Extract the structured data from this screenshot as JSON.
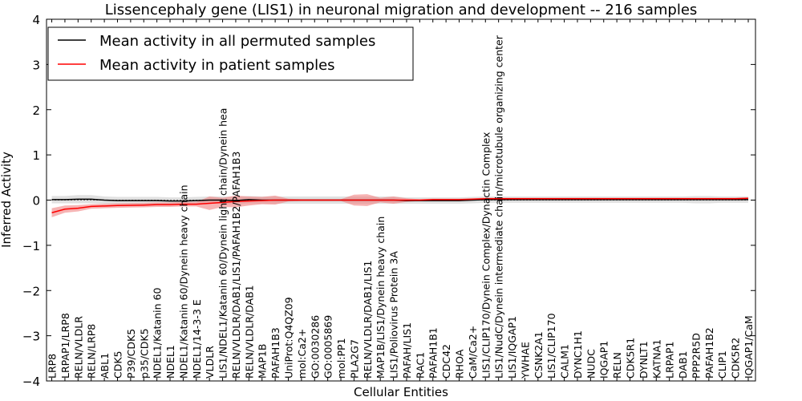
{
  "chart_data": {
    "type": "line",
    "title": "Lissencephaly gene (LIS1) in neuronal migration and development -- 216 samples",
    "xlabel": "Cellular Entities",
    "ylabel": "Inferred Activity",
    "ylim": [
      -4,
      4
    ],
    "yticks": [
      "4",
      "3",
      "2",
      "1",
      "0",
      "−1",
      "−2",
      "−3",
      "−4"
    ],
    "grid": false,
    "legend_position": "top-left",
    "categories": [
      "LRP8",
      "LRPAP1/LRP8",
      "RELN/VLDLR",
      "RELN/LRP8",
      "ABL1",
      "CDK5",
      "P39/CDK5",
      "p35/CDK5",
      "NDEL1/Katanin 60",
      "NDEL1",
      "NDEL1/Katanin 60/Dynein heavy chain",
      "NDEL1/14-3-3 E",
      "VLDLR",
      "LIS1/NDEL1/Katanin 60/Dynein light chain/Dynein hea",
      "RELN/VLDLR/DAB1/LIS1/PAFAH1B2/PAFAH1B3",
      "RELN/VLDLR/DAB1",
      "MAP1B",
      "PAFAH1B3",
      "UniProt:Q4QZ09",
      "mol:Ca2+",
      "GO:0030286",
      "GO:0005869",
      "mol:PP1",
      "PLA2G7",
      "RELN/VLDLR/DAB1/LIS1",
      "MAP1B/LIS1/Dynein heavy chain",
      "LIS1/Poliovirus Protein 3A",
      "PAFAH/LIS1",
      "RAC1",
      "PAFAH1B1",
      "CDC42",
      "RHOA",
      "CaM/Ca2+",
      "LIS1/CLIP170/Dynein Complex/Dynactin Complex",
      "LIS1/NudC/Dynein intermediate chain/microtubule organizing center",
      "LIS1/IQGAP1",
      "YWHAE",
      "CSNK2A1",
      "LIS1/CLIP170",
      "CALM1",
      "DYNC1H1",
      "NUDC",
      "IQGAP1",
      "RELN",
      "CDK5R1",
      "DYNLT1",
      "KATNA1",
      "LRPAP1",
      "DAB1",
      "PPP2R5D",
      "PAFAH1B2",
      "CLIP1",
      "CDK5R2",
      "IQGAP1/CaM"
    ],
    "series": [
      {
        "name": "Mean activity in all permuted samples",
        "color": "#000000",
        "band_color": "#cccccc",
        "values": [
          0.01,
          0.01,
          0.02,
          0.02,
          0.0,
          -0.01,
          -0.01,
          -0.01,
          -0.01,
          -0.02,
          -0.02,
          -0.01,
          0.0,
          0.0,
          -0.01,
          0.01,
          0.0,
          0.0,
          0.0,
          0.0,
          0.0,
          0.0,
          0.0,
          0.0,
          0.0,
          0.0,
          0.0,
          -0.01,
          -0.01,
          -0.01,
          -0.01,
          -0.01,
          0.0,
          0.01,
          0.01,
          0.01,
          0.01,
          0.01,
          0.01,
          0.01,
          0.01,
          0.01,
          0.01,
          0.01,
          0.01,
          0.01,
          0.01,
          0.01,
          0.01,
          0.01,
          0.01,
          0.01,
          0.01,
          0.01
        ],
        "band": [
          0.08,
          0.08,
          0.09,
          0.09,
          0.08,
          0.08,
          0.08,
          0.08,
          0.08,
          0.08,
          0.08,
          0.08,
          0.08,
          0.08,
          0.08,
          0.08,
          0.08,
          0.08,
          0.08,
          0.08,
          0.08,
          0.08,
          0.08,
          0.08,
          0.08,
          0.08,
          0.08,
          0.07,
          0.07,
          0.07,
          0.07,
          0.07,
          0.07,
          0.07,
          0.07,
          0.07,
          0.07,
          0.07,
          0.07,
          0.07,
          0.07,
          0.07,
          0.07,
          0.07,
          0.07,
          0.07,
          0.07,
          0.07,
          0.07,
          0.08,
          0.08,
          0.07,
          0.07,
          0.07
        ]
      },
      {
        "name": "Mean activity in patient samples",
        "color": "#ff0000",
        "band_color": "#f08080",
        "values": [
          -0.28,
          -0.2,
          -0.18,
          -0.14,
          -0.13,
          -0.12,
          -0.115,
          -0.11,
          -0.1,
          -0.1,
          -0.09,
          -0.09,
          -0.07,
          -0.05,
          -0.03,
          -0.02,
          -0.01,
          0.0,
          0.0,
          0.0,
          0.0,
          0.0,
          0.0,
          0.0,
          0.0,
          0.0,
          0.0,
          0.0,
          0.0,
          0.01,
          0.01,
          0.01,
          0.02,
          0.03,
          0.03,
          0.03,
          0.03,
          0.03,
          0.03,
          0.03,
          0.03,
          0.03,
          0.03,
          0.03,
          0.03,
          0.03,
          0.03,
          0.03,
          0.03,
          0.03,
          0.03,
          0.03,
          0.03,
          0.04
        ],
        "band": [
          0.1,
          0.08,
          0.07,
          0.05,
          0.05,
          0.05,
          0.05,
          0.05,
          0.05,
          0.05,
          0.05,
          0.05,
          0.15,
          0.1,
          0.13,
          0.1,
          0.08,
          0.1,
          0.03,
          0.02,
          0.02,
          0.02,
          0.02,
          0.12,
          0.13,
          0.05,
          0.08,
          0.04,
          0.02,
          0.02,
          0.02,
          0.02,
          0.02,
          0.02,
          0.02,
          0.02,
          0.02,
          0.02,
          0.02,
          0.02,
          0.02,
          0.02,
          0.02,
          0.02,
          0.02,
          0.02,
          0.02,
          0.02,
          0.02,
          0.02,
          0.02,
          0.02,
          0.02,
          0.02
        ]
      }
    ]
  }
}
